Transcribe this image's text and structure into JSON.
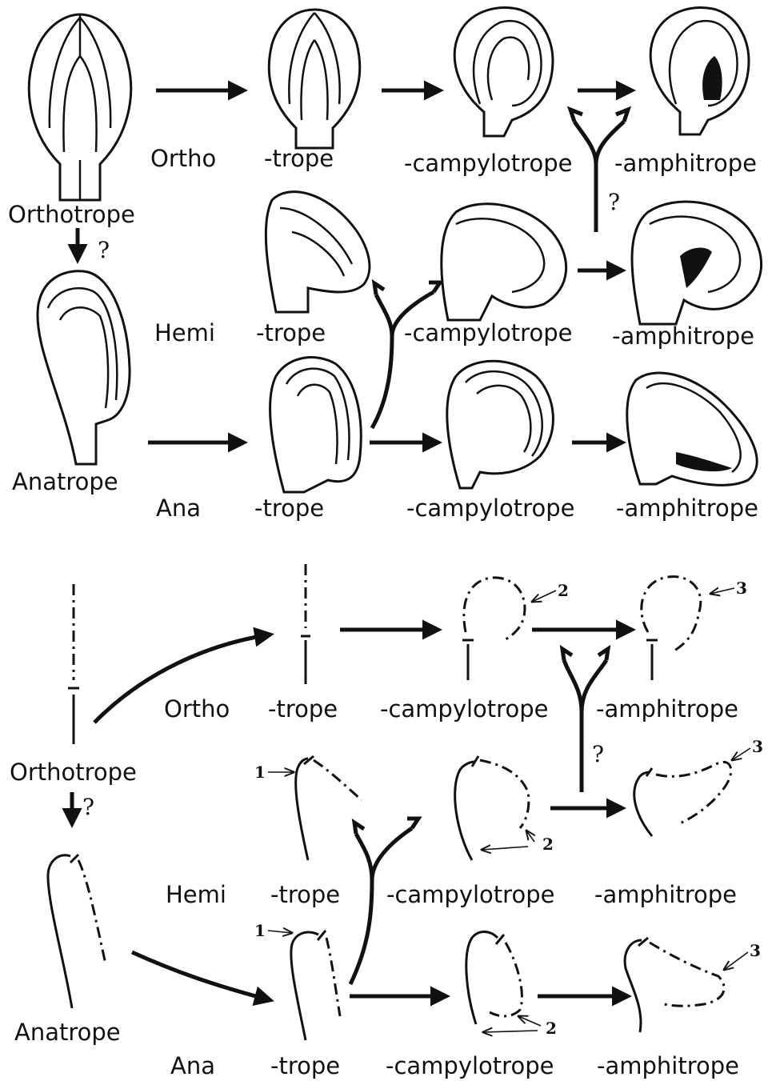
{
  "top_panel": {
    "labels": {
      "orthotrope": "Orthotrope",
      "anatrope": "Anatrope",
      "row_ortho": "Ortho",
      "row_hemi": "Hemi",
      "row_ana": "Ana",
      "trope": "-trope",
      "campylotrope": "-campylotrope",
      "amphitrope": "-amphitrope",
      "question": "?"
    }
  },
  "bottom_panel": {
    "labels": {
      "orthotrope": "Orthotrope",
      "anatrope": "Anatrope",
      "row_ortho": "Ortho",
      "row_hemi": "Hemi",
      "row_ana": "Ana",
      "trope": "-trope",
      "campylotrope": "-campylotrope",
      "amphitrope": "-amphitrope",
      "question": "?"
    },
    "markers": {
      "one": "1",
      "two": "2",
      "three": "3"
    }
  }
}
